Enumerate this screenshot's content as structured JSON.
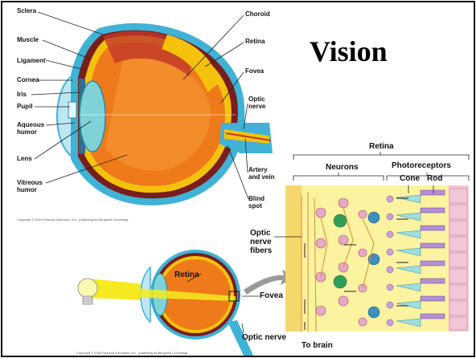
{
  "slide": {
    "title": "Vision",
    "colors": {
      "sclera": "#3fb2d6",
      "choroid": "#7a1d1d",
      "retina": "#f4c20d",
      "vitreous": "#ef7a1a",
      "neuron_field": "#fbf3a0",
      "light_beam": "#f6ea20",
      "arrow": "#9a9a9a"
    },
    "eye_labels": {
      "sclera": "Sclera",
      "muscle": "Muscle",
      "ligament": "Ligament",
      "cornea": "Cornea",
      "iris": "Iris",
      "pupil": "Pupil",
      "aqueous_humor": "Aqueous\nhumor",
      "lens": "Lens",
      "vitreous_humor": "Vitreous\nhumor",
      "choroid": "Choroid",
      "retina": "Retina",
      "fovea": "Fovea",
      "optic_nerve": "Optic\nnerve",
      "artery_vein": "Artery\nand vein",
      "blind_spot": "Blind\nspot"
    },
    "small_eye_labels": {
      "retina": "Retina",
      "fovea": "Fovea",
      "optic_nerve": "Optic nerve"
    },
    "retina_labels": {
      "retina": "Retina",
      "neurons": "Neurons",
      "photoreceptors": "Photoreceptors",
      "cone": "Cone",
      "rod": "Rod",
      "optic_nerve_fibers": "Optic\nnerve\nfibers",
      "to_brain": "To brain"
    },
    "copyright_top": "Copyright © 2004 Pearson Education, Inc., publishing as Benjamin Cummings.",
    "copyright_bottom": "Copyright © 2004 Pearson Education, Inc., publishing as Benjamin Cummings."
  }
}
